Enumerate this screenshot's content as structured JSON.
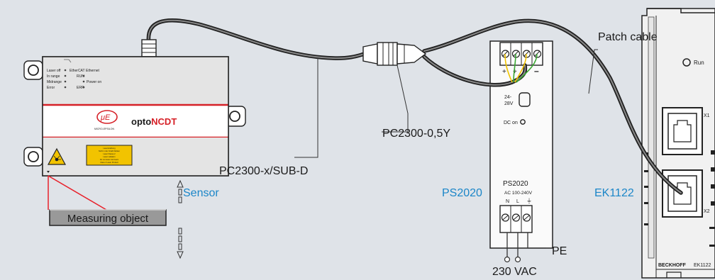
{
  "labels": {
    "patch_cable": "Patch cable",
    "pc2300_y": "PC2300-0,5Y",
    "pc2300_subd": "PC2300-x/SUB-D",
    "sensor": "Sensor",
    "ps2020": "PS2020",
    "ek1122": "EK1122",
    "measuring_object": "Measuring object",
    "pe": "PE",
    "mains": "230 VAC"
  },
  "sensor": {
    "brand_opto": "opto",
    "brand_ncdt": "NCDT",
    "logo_text": "MICRO-EPSILON",
    "leds_left": [
      "Laser off",
      "In range",
      "Midrange",
      "Error"
    ],
    "leds_mid": [
      "EtherCAT",
      "RUN",
      "",
      "ERR"
    ],
    "leds_right": [
      "Ethernet",
      "",
      "Power on",
      ""
    ],
    "warning_text": [
      "Laserstrahlung",
      "Nicht in den Strahl blicken",
      "Laser Klasse 2",
      "Laser radiation",
      "Do not stare into beam",
      "Class 2 Laser Product"
    ]
  },
  "ps2020": {
    "polarity": [
      "+",
      "+",
      "–",
      "–"
    ],
    "voltage": [
      "24-",
      "28V"
    ],
    "dc_on": "DC on",
    "model": "PS2020",
    "ac_range": "AC 100-240V",
    "terminals": [
      "N",
      "L",
      "⏚"
    ]
  },
  "ek1122": {
    "run": "Run",
    "x1": "X1",
    "x2": "X2",
    "brand": "BECKHOFF",
    "model": "EK1122"
  },
  "colors": {
    "background": "#dfe3e8",
    "label_blue": "#1b86c8",
    "brand_red": "#d62027",
    "laser_red": "#e8202a",
    "warning_yellow": "#f2c300"
  }
}
